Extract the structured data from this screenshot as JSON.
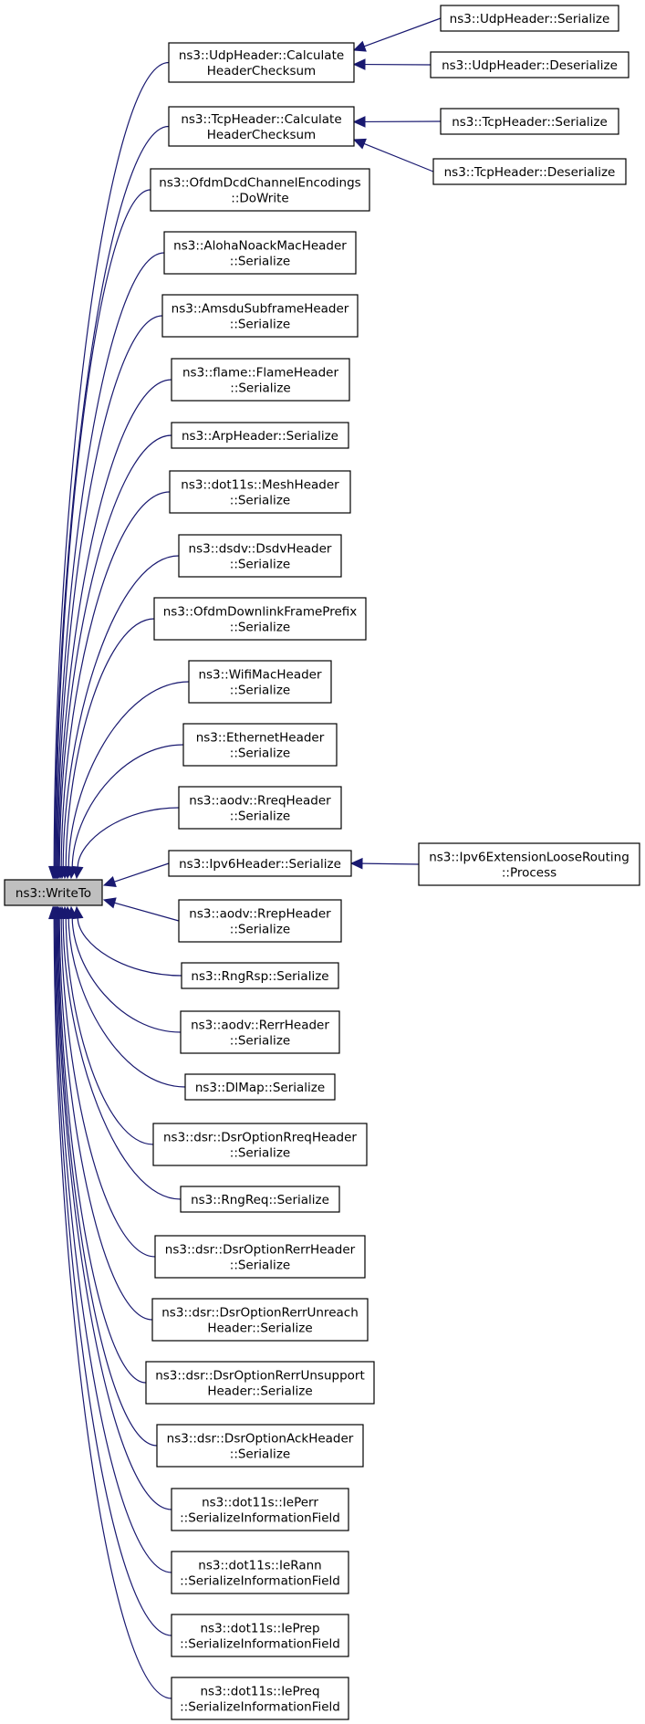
{
  "graph": {
    "root": {
      "id": "writeto",
      "lines": [
        "ns3::WriteTo"
      ]
    },
    "nodes": [
      {
        "id": "udp-checksum",
        "lines": [
          "ns3::UdpHeader::Calculate",
          "HeaderChecksum"
        ]
      },
      {
        "id": "udp-serialize",
        "lines": [
          "ns3::UdpHeader::Serialize"
        ]
      },
      {
        "id": "udp-deserialize",
        "lines": [
          "ns3::UdpHeader::Deserialize"
        ]
      },
      {
        "id": "tcp-checksum",
        "lines": [
          "ns3::TcpHeader::Calculate",
          "HeaderChecksum"
        ]
      },
      {
        "id": "tcp-serialize",
        "lines": [
          "ns3::TcpHeader::Serialize"
        ]
      },
      {
        "id": "tcp-deserialize",
        "lines": [
          "ns3::TcpHeader::Deserialize"
        ]
      },
      {
        "id": "ofdm-dcd",
        "lines": [
          "ns3::OfdmDcdChannelEncodings",
          "::DoWrite"
        ]
      },
      {
        "id": "aloha",
        "lines": [
          "ns3::AlohaNoackMacHeader",
          "::Serialize"
        ]
      },
      {
        "id": "amsdu",
        "lines": [
          "ns3::AmsduSubframeHeader",
          "::Serialize"
        ]
      },
      {
        "id": "flame",
        "lines": [
          "ns3::flame::FlameHeader",
          "::Serialize"
        ]
      },
      {
        "id": "arp",
        "lines": [
          "ns3::ArpHeader::Serialize"
        ]
      },
      {
        "id": "mesh",
        "lines": [
          "ns3::dot11s::MeshHeader",
          "::Serialize"
        ]
      },
      {
        "id": "dsdv",
        "lines": [
          "ns3::dsdv::DsdvHeader",
          "::Serialize"
        ]
      },
      {
        "id": "ofdm-downlink",
        "lines": [
          "ns3::OfdmDownlinkFramePrefix",
          "::Serialize"
        ]
      },
      {
        "id": "wifimac",
        "lines": [
          "ns3::WifiMacHeader",
          "::Serialize"
        ]
      },
      {
        "id": "ethernet",
        "lines": [
          "ns3::EthernetHeader",
          "::Serialize"
        ]
      },
      {
        "id": "rreq",
        "lines": [
          "ns3::aodv::RreqHeader",
          "::Serialize"
        ]
      },
      {
        "id": "ipv6",
        "lines": [
          "ns3::Ipv6Header::Serialize"
        ]
      },
      {
        "id": "ipv6-loose",
        "lines": [
          "ns3::Ipv6ExtensionLooseRouting",
          "::Process"
        ]
      },
      {
        "id": "rrep",
        "lines": [
          "ns3::aodv::RrepHeader",
          "::Serialize"
        ]
      },
      {
        "id": "rngrsp",
        "lines": [
          "ns3::RngRsp::Serialize"
        ]
      },
      {
        "id": "rerr",
        "lines": [
          "ns3::aodv::RerrHeader",
          "::Serialize"
        ]
      },
      {
        "id": "dlmap",
        "lines": [
          "ns3::DlMap::Serialize"
        ]
      },
      {
        "id": "dsr-rreq",
        "lines": [
          "ns3::dsr::DsrOptionRreqHeader",
          "::Serialize"
        ]
      },
      {
        "id": "rngreq",
        "lines": [
          "ns3::RngReq::Serialize"
        ]
      },
      {
        "id": "dsr-rerr",
        "lines": [
          "ns3::dsr::DsrOptionRerrHeader",
          "::Serialize"
        ]
      },
      {
        "id": "dsr-unreach",
        "lines": [
          "ns3::dsr::DsrOptionRerrUnreach",
          "Header::Serialize"
        ]
      },
      {
        "id": "dsr-unsupport",
        "lines": [
          "ns3::dsr::DsrOptionRerrUnsupport",
          "Header::Serialize"
        ]
      },
      {
        "id": "dsr-ack",
        "lines": [
          "ns3::dsr::DsrOptionAckHeader",
          "::Serialize"
        ]
      },
      {
        "id": "ieperr",
        "lines": [
          "ns3::dot11s::IePerr",
          "::SerializeInformationField"
        ]
      },
      {
        "id": "ierann",
        "lines": [
          "ns3::dot11s::IeRann",
          "::SerializeInformationField"
        ]
      },
      {
        "id": "ieprep",
        "lines": [
          "ns3::dot11s::IePrep",
          "::SerializeInformationField"
        ]
      },
      {
        "id": "iepreq",
        "lines": [
          "ns3::dot11s::IePreq",
          "::SerializeInformationField"
        ]
      }
    ],
    "edges": [
      {
        "from": "udp-checksum",
        "to": "writeto"
      },
      {
        "from": "udp-serialize",
        "to": "udp-checksum"
      },
      {
        "from": "udp-deserialize",
        "to": "udp-checksum"
      },
      {
        "from": "tcp-checksum",
        "to": "writeto"
      },
      {
        "from": "tcp-serialize",
        "to": "tcp-checksum"
      },
      {
        "from": "tcp-deserialize",
        "to": "tcp-checksum"
      },
      {
        "from": "ofdm-dcd",
        "to": "writeto"
      },
      {
        "from": "aloha",
        "to": "writeto"
      },
      {
        "from": "amsdu",
        "to": "writeto"
      },
      {
        "from": "flame",
        "to": "writeto"
      },
      {
        "from": "arp",
        "to": "writeto"
      },
      {
        "from": "mesh",
        "to": "writeto"
      },
      {
        "from": "dsdv",
        "to": "writeto"
      },
      {
        "from": "ofdm-downlink",
        "to": "writeto"
      },
      {
        "from": "wifimac",
        "to": "writeto"
      },
      {
        "from": "ethernet",
        "to": "writeto"
      },
      {
        "from": "rreq",
        "to": "writeto"
      },
      {
        "from": "ipv6",
        "to": "writeto"
      },
      {
        "from": "ipv6-loose",
        "to": "ipv6"
      },
      {
        "from": "rrep",
        "to": "writeto"
      },
      {
        "from": "rngrsp",
        "to": "writeto"
      },
      {
        "from": "rerr",
        "to": "writeto"
      },
      {
        "from": "dlmap",
        "to": "writeto"
      },
      {
        "from": "dsr-rreq",
        "to": "writeto"
      },
      {
        "from": "rngreq",
        "to": "writeto"
      },
      {
        "from": "dsr-rerr",
        "to": "writeto"
      },
      {
        "from": "dsr-unreach",
        "to": "writeto"
      },
      {
        "from": "dsr-unsupport",
        "to": "writeto"
      },
      {
        "from": "dsr-ack",
        "to": "writeto"
      },
      {
        "from": "ieperr",
        "to": "writeto"
      },
      {
        "from": "ierann",
        "to": "writeto"
      },
      {
        "from": "ieprep",
        "to": "writeto"
      },
      {
        "from": "iepreq",
        "to": "writeto"
      }
    ]
  }
}
